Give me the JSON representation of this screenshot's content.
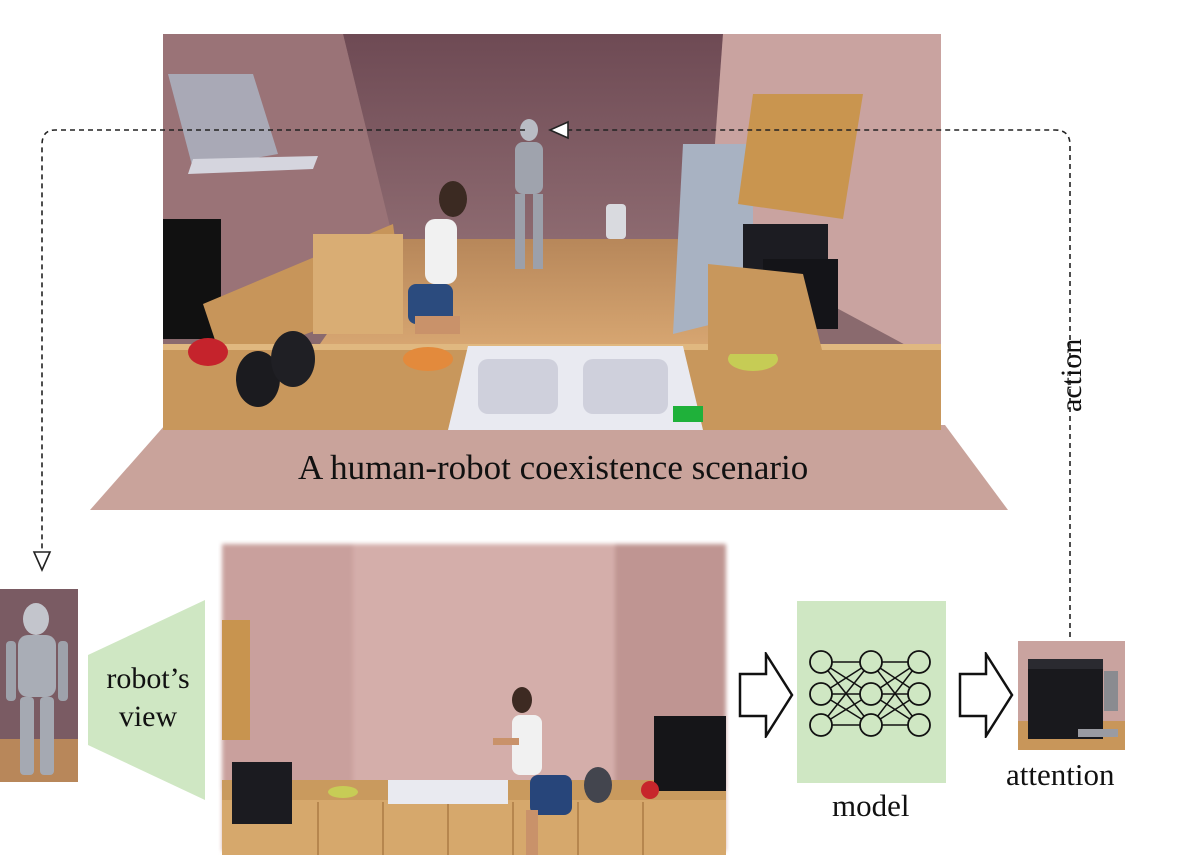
{
  "scenario_caption": "A human-robot coexistence  scenario",
  "robot_view_label_line1": "robot’s",
  "robot_view_label_line2": "view",
  "model_label": "model",
  "attention_label": "attention",
  "action_label": "action",
  "colors": {
    "stage_floor": "#c9a39b",
    "green_panel": "#cfe7c3",
    "wall_pink": "#d7b0ab",
    "wood": "#c89659",
    "dashed_line": "#222222"
  },
  "icons": {
    "kitchen_scene": "kitchen-scene-image",
    "robot_view": "robot-view-image",
    "robot_thumbnail": "robot-thumbnail-image",
    "attention_crop": "coffee-machine-crop-image",
    "neural_net": "neural-network-icon",
    "arrow": "hollow-right-arrow-icon"
  }
}
